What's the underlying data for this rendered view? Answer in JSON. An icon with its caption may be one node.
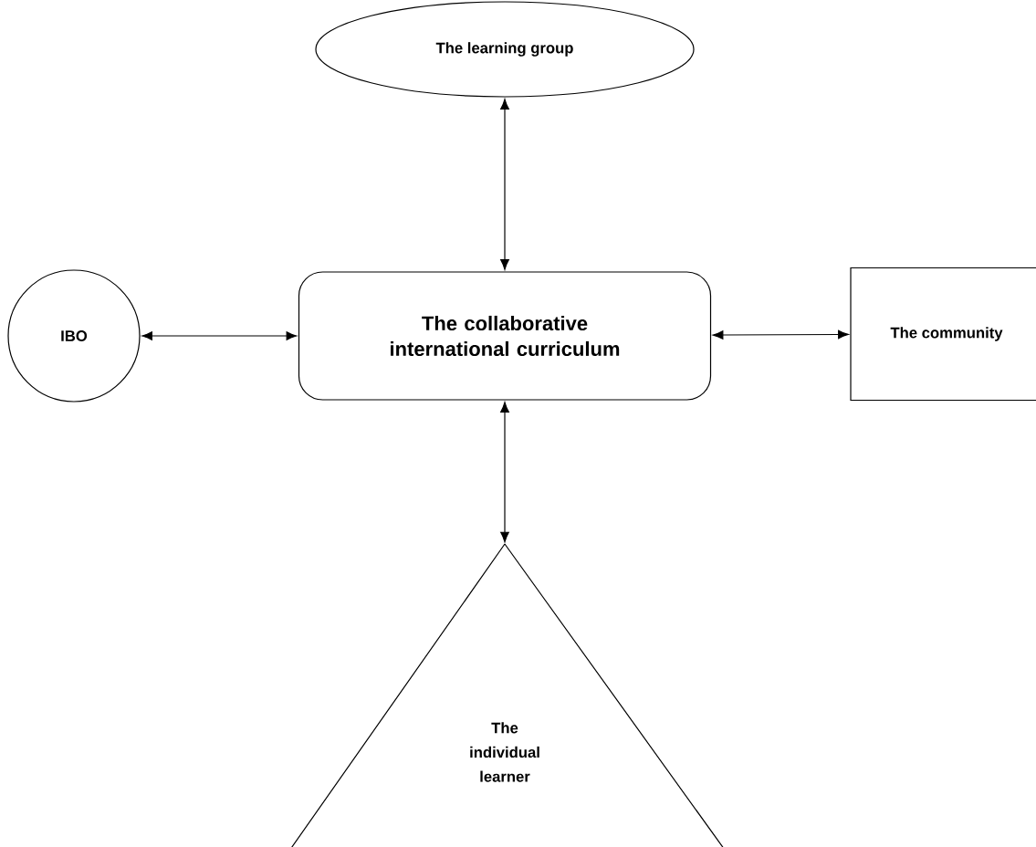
{
  "diagram": {
    "nodes": [
      {
        "text": [
          "The collaborative international curriculum"
        ]
      },
      {
        "text": [
          "The learning group"
        ]
      },
      {
        "text": [
          "IBO"
        ]
      },
      {
        "text": [
          "The community"
        ]
      },
      {
        "text": [
          "The individual learner"
        ]
      }
    ],
    "edges": [
      {
        "from": 1,
        "to": 0,
        "arrow": "both"
      },
      {
        "from": 2,
        "to": 0,
        "arrow": "both"
      },
      {
        "from": 0,
        "to": 3,
        "arrow": "both"
      },
      {
        "from": 0,
        "to": 4,
        "arrow": "both"
      }
    ]
  }
}
